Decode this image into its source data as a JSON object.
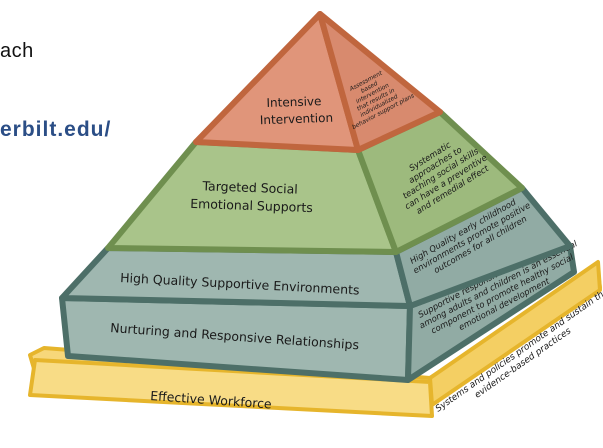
{
  "slide": {
    "fragment_top": "ach",
    "fragment_url": "erbilt.edu/"
  },
  "pyramid": {
    "tiers": [
      {
        "id": "tier-intensive",
        "label_lines": [
          "Intensive",
          "Intervention"
        ],
        "side_lines": [
          "Assessment",
          "based",
          "intervention",
          "that results in",
          "individualized",
          "behavior support plans"
        ],
        "color": "#e0957a"
      },
      {
        "id": "tier-targeted",
        "label_lines": [
          "Targeted Social",
          "Emotional Supports"
        ],
        "side_lines": [
          "Systematic",
          "approaches to",
          "teaching social skills",
          "can have a preventive",
          "and remedial effect"
        ],
        "color": "#a9c48a"
      },
      {
        "id": "tier-high-quality",
        "label_lines": [
          "High Quality Supportive Environments"
        ],
        "side_lines": [
          "High Quality early childhood",
          "environments promote positive",
          "outcomes for all children"
        ],
        "color": "#9fb7b0"
      },
      {
        "id": "tier-nurturing",
        "label_lines": [
          "Nurturing and Responsive Relationships"
        ],
        "side_lines": [
          "Supportive responsive relationships",
          "among adults and children is an essential",
          "component to promote healthy social",
          "emotional development"
        ],
        "color": "#9fb7b0"
      },
      {
        "id": "tier-workforce",
        "label_lines": [
          "Effective Workforce"
        ],
        "side_lines": [
          "Systems and policies promote and sustain the use of",
          "evidence-based practices"
        ],
        "color": "#f7d77a"
      }
    ]
  },
  "colors": {
    "intensive_border": "#c0663e",
    "targeted_border": "#6f8f4f",
    "teal_border": "#4d6f68",
    "base_border": "#e6b52c"
  }
}
